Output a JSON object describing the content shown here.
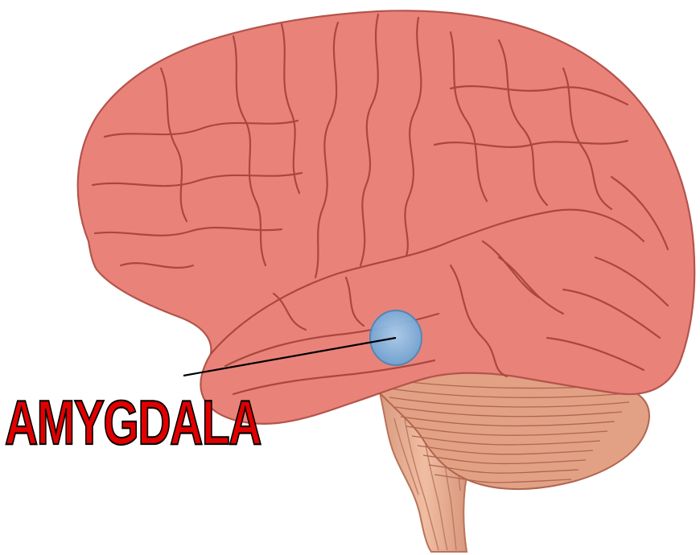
{
  "diagram": {
    "label": "AMYGDALA",
    "colors": {
      "background": "#ffffff",
      "cerebrum_fill": "#e9837a",
      "cerebrum_outline": "#b4544c",
      "sulci": "#a9483f",
      "cerebellum_fill": "#e2a184",
      "cerebellum_lines": "#b0664f",
      "brainstem_fill": "#e7ad92",
      "brainstem_lines": "#b97358",
      "amygdala_fill": "#7fb2dc",
      "amygdala_outline": "#4f86b8",
      "pointer_line": "#000000",
      "label_fill": "#e00000",
      "label_outline": "#000000"
    },
    "structures": {
      "cerebrum": "cerebrum",
      "cerebellum": "cerebellum",
      "brainstem": "brainstem",
      "amygdala": "amygdala"
    }
  }
}
